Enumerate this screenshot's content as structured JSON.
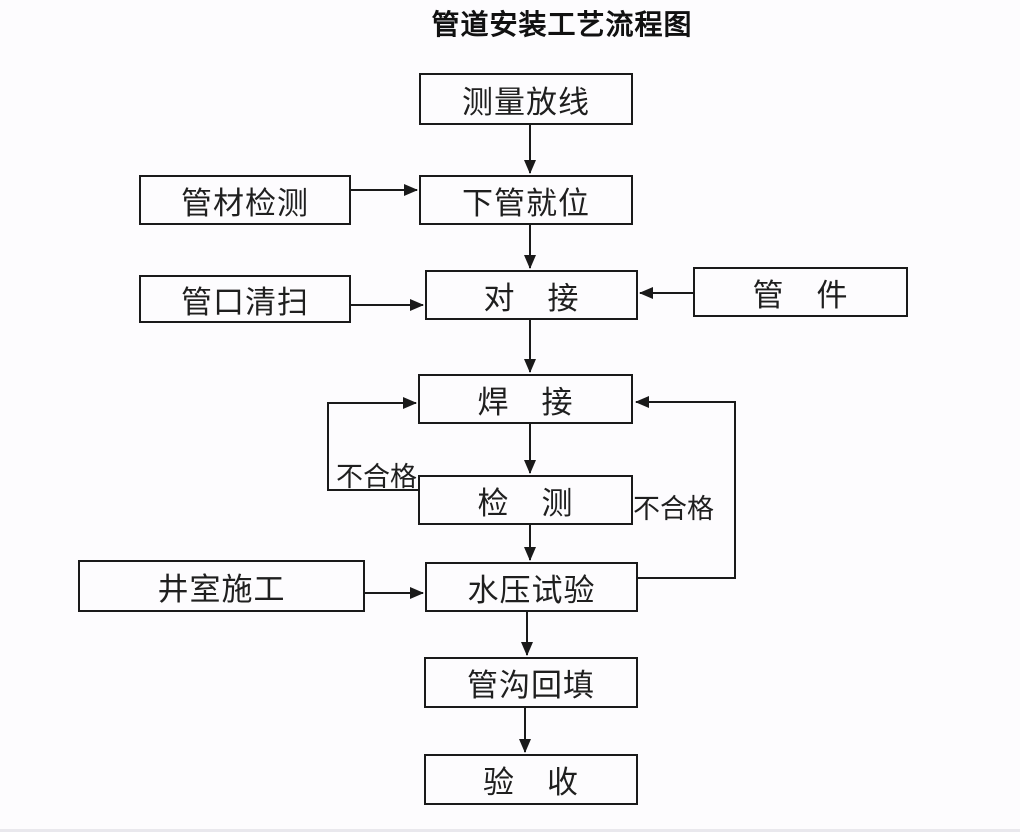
{
  "page": {
    "title": "管道安装工艺流程图"
  },
  "flowchart": {
    "nodes": {
      "measure": {
        "label": "测量放线"
      },
      "material": {
        "label": "管材检测"
      },
      "lower": {
        "label": "下管就位"
      },
      "clean": {
        "label": "管口清扫"
      },
      "butt": {
        "label": "对　接"
      },
      "fitting": {
        "label": "管　件"
      },
      "weld": {
        "label": "焊　接"
      },
      "inspect": {
        "label": "检　测"
      },
      "well": {
        "label": "井室施工"
      },
      "hydro": {
        "label": "水压试验"
      },
      "backfill": {
        "label": "管沟回填"
      },
      "accept": {
        "label": "验　收"
      }
    },
    "edge_labels": {
      "fail_left": "不合格",
      "fail_right": "不合格"
    },
    "edges": [
      {
        "from": "测量放线",
        "to": "下管就位"
      },
      {
        "from": "管材检测",
        "to": "下管就位"
      },
      {
        "from": "下管就位",
        "to": "对接"
      },
      {
        "from": "管口清扫",
        "to": "对接"
      },
      {
        "from": "管件",
        "to": "对接"
      },
      {
        "from": "对接",
        "to": "焊接"
      },
      {
        "from": "焊接",
        "to": "检测"
      },
      {
        "from": "检测",
        "to": "焊接",
        "label": "不合格"
      },
      {
        "from": "检测",
        "to": "水压试验"
      },
      {
        "from": "井室施工",
        "to": "水压试验"
      },
      {
        "from": "水压试验",
        "to": "焊接",
        "label": "不合格"
      },
      {
        "from": "水压试验",
        "to": "管沟回填"
      },
      {
        "from": "管沟回填",
        "to": "验收"
      }
    ],
    "colors": {
      "line": "#1a1a1a",
      "background": "#fdfcfe",
      "box_border": "#1a1a1a"
    }
  }
}
